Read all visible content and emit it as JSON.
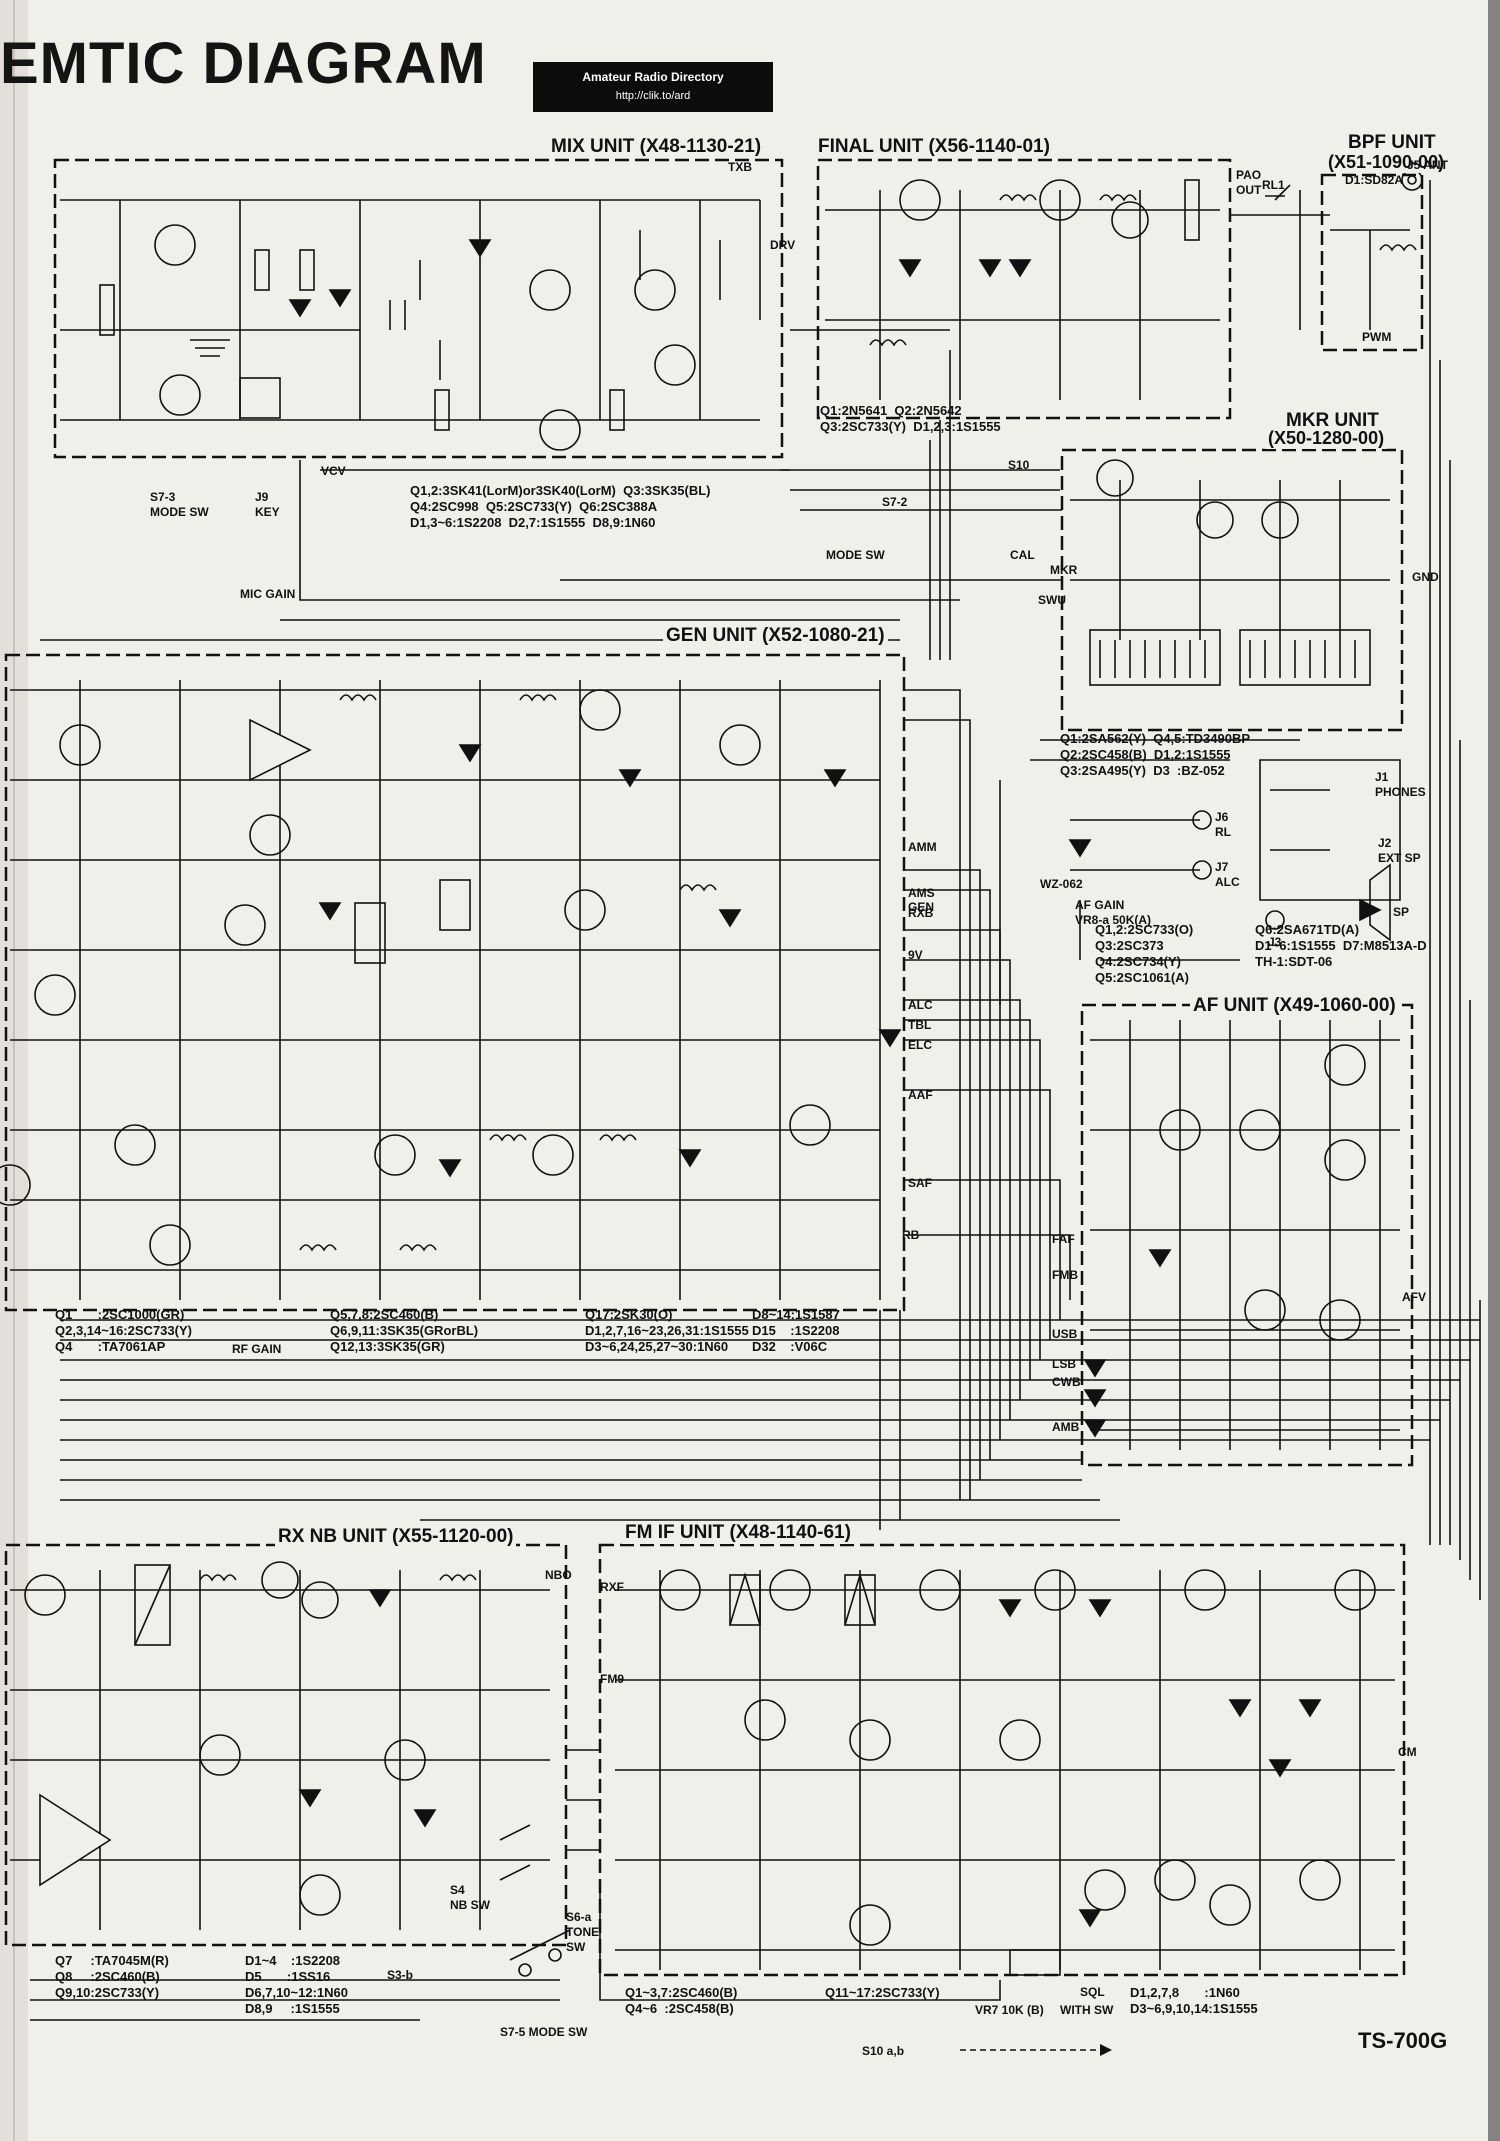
{
  "page_title": "EMTIC  DIAGRAM",
  "banner": {
    "line1": "Amateur Radio Directory",
    "line2": "http://clik.to/ard"
  },
  "model": "TS-700G",
  "units": {
    "mix": {
      "title": "MIX UNIT (X48-1130-21)",
      "notes": "Q1,2:3SK41(LorM)or3SK40(LorM)  Q3:3SK35(BL)\nQ4:2SC998  Q5:2SC733(Y)  Q6:2SC388A\nD1,3~6:1S2208  D2,7:1S1555  D8,9:1N60"
    },
    "final": {
      "title": "FINAL UNIT (X56-1140-01)",
      "notes": "Q1:2N5641  Q2:2N5642\nQ3:2SC733(Y)  D1,2,3:1S1555"
    },
    "bpf": {
      "title": "BPF UNIT",
      "subtitle": "(X51-1090-00)",
      "notes": "D1:SD82A"
    },
    "mkr": {
      "title": "MKR UNIT",
      "subtitle": "(X50-1280-00)",
      "notes": "Q1:2SA562(Y)  Q4,5:TD3490BP\nQ2:2SC458(B)  D1,2:1S1555\nQ3:2SA495(Y)  D3  :BZ-052"
    },
    "gen": {
      "title": "GEN UNIT (X52-1080-21)",
      "notes_left": "Q1       :2SC1000(GR)\nQ2,3,14~16:2SC733(Y)\nQ4       :TA7061AP",
      "notes_mid": "Q5,7,8:2SC460(B)\nQ6,9,11:3SK35(GRorBL)\nQ12,13:3SK35(GR)",
      "notes_right": "Q17:2SK30(O)\nD1,2,7,16~23,26,31:1S1555\nD3~6,24,25,27~30:1N60",
      "notes_far": "D8~14:1S1587\nD15    :1S2208\nD32    :V06C"
    },
    "af": {
      "title": "AF UNIT (X49-1060-00)",
      "notes": "Q1,2:2SC733(O)\nQ3:2SC373\nQ4:2SC734(Y)\nQ5:2SC1061(A)",
      "notes2": "Q6:2SA671TD(A)\nD1~6:1S1555  D7:M8513A-D\nTH-1:SDT-06"
    },
    "rxnb": {
      "title": "RX NB UNIT (X55-1120-00)",
      "notes_left": "Q7     :TA7045M(R)\nQ8     :2SC460(B)\nQ9,10:2SC733(Y)",
      "notes_right": "D1~4    :1S2208\nD5       :1SS16\nD6,7,10~12:1N60\nD8,9     :1S1555"
    },
    "fmif": {
      "title": "FM IF UNIT (X48-1140-61)",
      "notes_left": "Q1~3,7:2SC460(B)\nQ4~6  :2SC458(B)",
      "notes_mid": "Q11~17:2SC733(Y)",
      "notes_right": "D1,2,7,8       :1N60\nD3~6,9,10,14:1S1555"
    }
  },
  "labels": {
    "s7_3": "S7-3\nMODE SW",
    "j9": "J9\nKEY",
    "s7_2": "S7-2",
    "mode_sw": "MODE SW",
    "s10": "S10",
    "cal": "CAL",
    "mkr_pin": "MKR",
    "swu": "SWU",
    "j5_ant": "J5 ANT",
    "pwm": "PWM",
    "rl1": "RL1",
    "j1": "J1\nPHONES",
    "j2": "J2\nEXT SP",
    "j3": "J3",
    "sp": "SP",
    "j6": "J6\nRL",
    "j7": "J7\nALC",
    "wz": "WZ-062",
    "af_gain": "AF GAIN",
    "vr8": "VR8-a 50K(A)",
    "rf_gain": "RF GAIN",
    "mic_gain": "MIC GAIN",
    "s4": "S4\nNB SW",
    "s6a": "S6-a\nTONE\nSW",
    "s3b": "S3-b",
    "s7_5": "S7-5 MODE SW",
    "s10ab": "S10 a,b",
    "sqli": "SQL",
    "with_sw": "WITH SW",
    "vr7": "VR7 10K (B)",
    "txb": "TXB",
    "rxb": "RXB",
    "ams": "AMS",
    "gen": "GEN",
    "amm": "AMM",
    "v9": "9V",
    "alc": "ALC",
    "tbl": "TBL",
    "elc": "ELC",
    "aaf": "AAF",
    "saf": "SAF",
    "rb": "RB",
    "fmb": "FMB",
    "faf": "FAF",
    "usb": "USB",
    "lsb": "LSB",
    "cwb": "CWB",
    "amb": "AMB",
    "afv": "AFV",
    "rxf": "RXF",
    "fm9": "FM9",
    "nbo": "NBO",
    "cm": "CM",
    "gnd": "GND",
    "drv": "DRV",
    "vcv": "VCV",
    "paout": "PAO\nOUT"
  }
}
